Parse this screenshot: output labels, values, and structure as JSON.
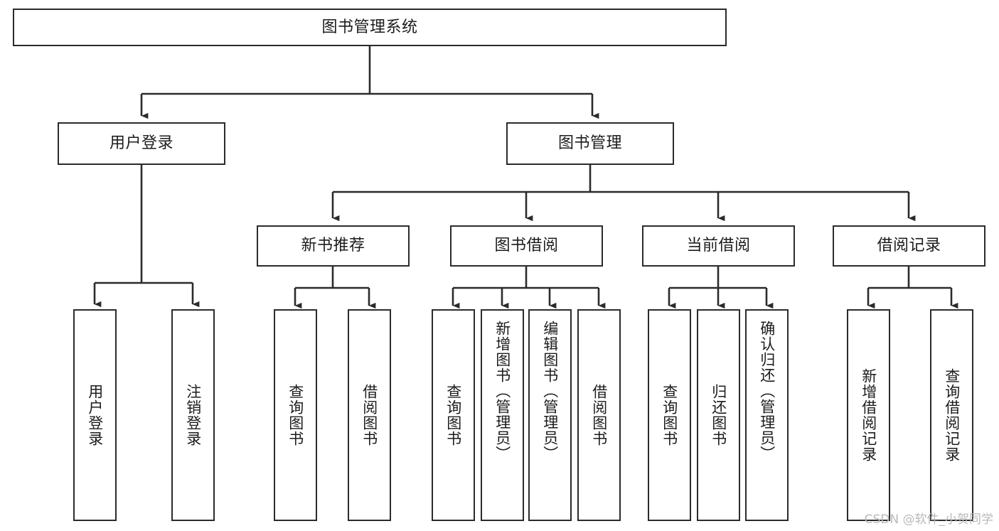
{
  "diagram": {
    "title": "图书管理系统",
    "type": "tree",
    "background_color": "#ffffff",
    "line_color": "#2b2b2b",
    "text_color": "#1c1c1c",
    "root": {
      "id": "root",
      "label": "图书管理系统",
      "orientation": "horizontal"
    },
    "level1": [
      {
        "id": "user-login",
        "label": "用户登录",
        "orientation": "horizontal"
      },
      {
        "id": "book-management",
        "label": "图书管理",
        "orientation": "horizontal"
      }
    ],
    "level2": [
      {
        "id": "new-book-recommend",
        "label": "新书推荐",
        "parent": "book-management",
        "orientation": "horizontal"
      },
      {
        "id": "book-borrow",
        "label": "图书借阅",
        "parent": "book-management",
        "orientation": "horizontal"
      },
      {
        "id": "current-borrow",
        "label": "当前借阅",
        "parent": "book-management",
        "orientation": "horizontal"
      },
      {
        "id": "borrow-record",
        "label": "借阅记录",
        "parent": "book-management",
        "orientation": "horizontal"
      }
    ],
    "leaves": [
      {
        "id": "leaf-user-login",
        "label": "用户登录",
        "parent": "user-login",
        "orientation": "vertical"
      },
      {
        "id": "leaf-user-logout",
        "label": "注销登录",
        "parent": "user-login",
        "orientation": "vertical"
      },
      {
        "id": "leaf-query-book-rec",
        "label": "查询图书",
        "parent": "new-book-recommend",
        "orientation": "vertical"
      },
      {
        "id": "leaf-borrow-book-rec",
        "label": "借阅图书",
        "parent": "new-book-recommend",
        "orientation": "vertical"
      },
      {
        "id": "leaf-query-book-borrow",
        "label": "查询图书",
        "parent": "book-borrow",
        "orientation": "vertical"
      },
      {
        "id": "leaf-add-book",
        "label": "新增图书（管理员）",
        "parent": "book-borrow",
        "orientation": "vertical"
      },
      {
        "id": "leaf-edit-book",
        "label": "编辑图书（管理员）",
        "parent": "book-borrow",
        "orientation": "vertical"
      },
      {
        "id": "leaf-borrow-book",
        "label": "借阅图书",
        "parent": "book-borrow",
        "orientation": "vertical"
      },
      {
        "id": "leaf-query-book-current",
        "label": "查询图书",
        "parent": "current-borrow",
        "orientation": "vertical"
      },
      {
        "id": "leaf-return-book",
        "label": "归还图书",
        "parent": "current-borrow",
        "orientation": "vertical"
      },
      {
        "id": "leaf-confirm-return",
        "label": "确认归还（管理员）",
        "parent": "current-borrow",
        "orientation": "vertical"
      },
      {
        "id": "leaf-add-record",
        "label": "新增借阅记录",
        "parent": "borrow-record",
        "orientation": "vertical"
      },
      {
        "id": "leaf-query-record",
        "label": "查询借阅记录",
        "parent": "borrow-record",
        "orientation": "vertical"
      }
    ]
  },
  "watermark": {
    "text": "CSDN @软件_小贺同学"
  }
}
